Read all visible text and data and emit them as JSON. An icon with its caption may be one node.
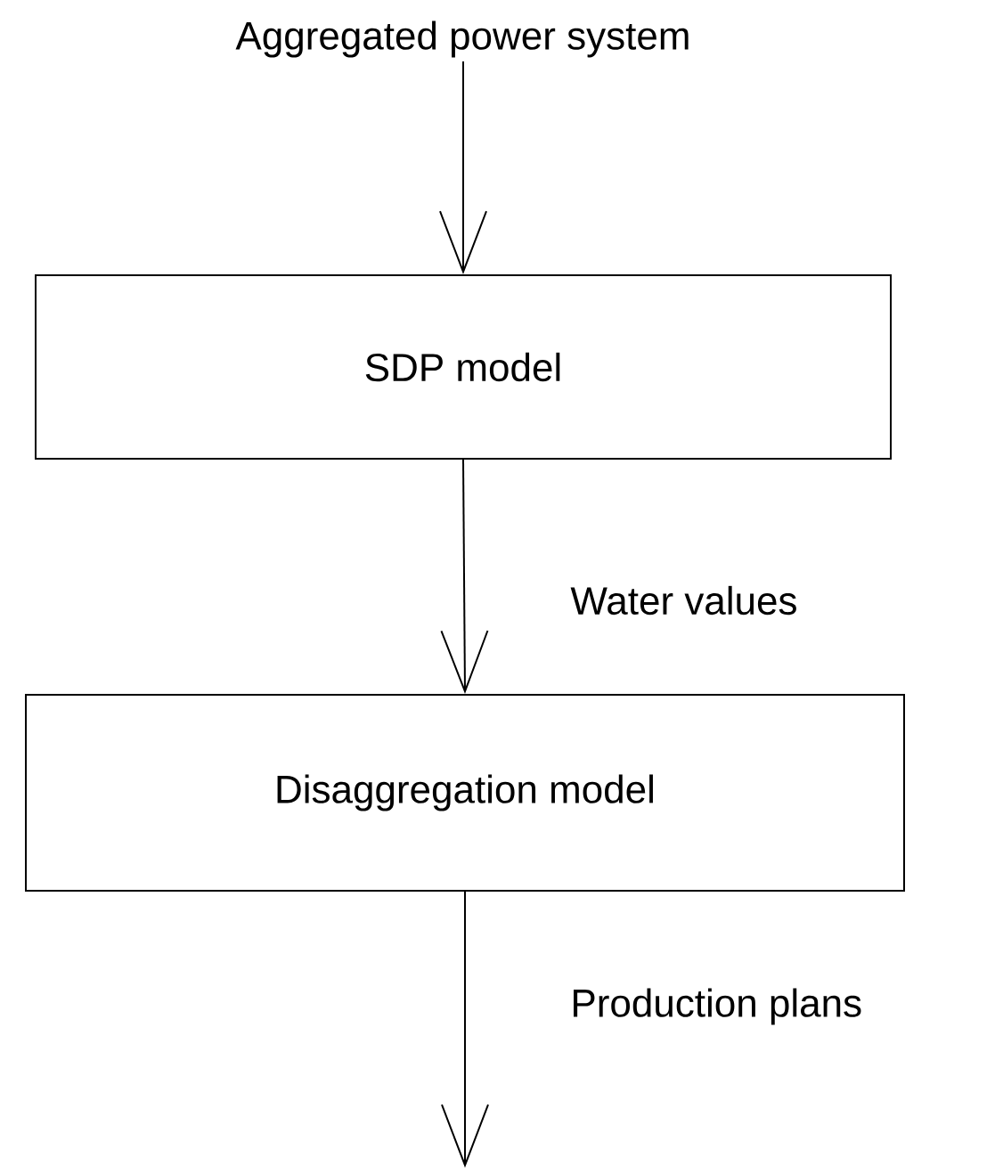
{
  "diagram": {
    "nodes": [
      {
        "text": [
          "Aggregated power system"
        ]
      },
      {
        "text": [
          "SDP model"
        ]
      },
      {
        "text": [
          "Disaggregation model"
        ]
      }
    ],
    "edges": [
      {
        "from": 0,
        "to": 1,
        "arrow": "to"
      },
      {
        "from": 1,
        "to": 2,
        "arrow": "to",
        "label": "Water values"
      },
      {
        "from": 2,
        "to": null,
        "arrow": "to",
        "label": "Production plans"
      }
    ]
  }
}
